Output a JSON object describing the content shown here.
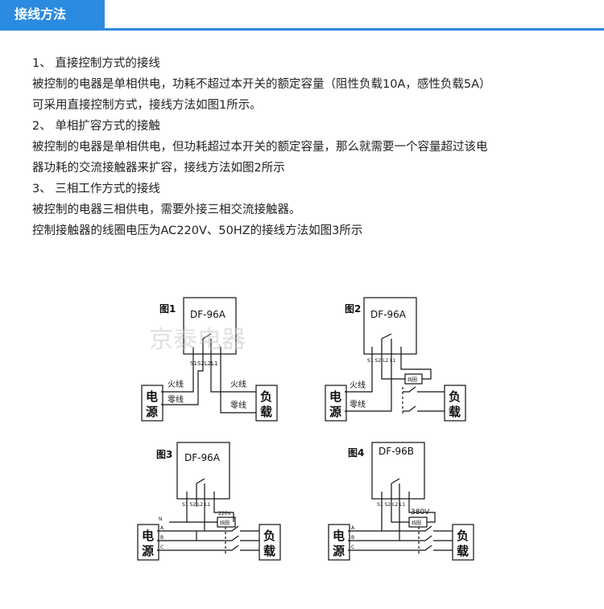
{
  "header": {
    "title": "接线方法"
  },
  "paragraphs": [
    "1、 直接控制方式的接线",
    "被控制的电器是单相供电，功耗不超过本开关的额定容量（阻性负载10A，感性负载5A）",
    "可采用直接控制方式，接线方法如图1所示。",
    "2、 单相扩容方式的接触",
    "被控制的电器是单相供电，但功耗超过本开关的额定容量，那么就需要一个容量超过该电",
    "器功耗的交流接触器来扩容，接线方法如图2所示",
    "3、 三相工作方式的接线",
    "被控制的电器三相供电，需要外接三相交流接触器。",
    "控制接触器的线圈电压为AC220V、50HZ的接线方法如图3所示"
  ],
  "watermark": "京泰电器",
  "figures": {
    "fig1": {
      "label": "图1",
      "model": "DF-96A",
      "terminals": "S1S2L2L1",
      "source": [
        "电",
        "源"
      ],
      "load": [
        "负",
        "载"
      ],
      "live": "火线",
      "neutral": "零线",
      "live_right": "火线",
      "neutral_right": "零线"
    },
    "fig2": {
      "label": "图2",
      "model": "DF-96A",
      "terminals": "S1 S2 L2 L1",
      "coil": "线圈",
      "source": [
        "电",
        "源"
      ],
      "load": [
        "负",
        "载"
      ],
      "live": "火线",
      "neutral": "零线"
    },
    "fig3": {
      "label": "图3",
      "model": "DF-96A",
      "terminals": "S1 S2 L2 L1",
      "voltage": "220V",
      "coil": "线圈",
      "source": [
        "电",
        "源"
      ],
      "load": [
        "负",
        "载"
      ],
      "phases": [
        "N",
        "A",
        "B",
        "C"
      ]
    },
    "fig4": {
      "label": "图4",
      "model": "DF-96B",
      "terminals": "S1 S2 L2 L1",
      "voltage": "380V",
      "coil": "线圈",
      "source": [
        "电",
        "源"
      ],
      "load": [
        "负",
        "载"
      ],
      "phases": [
        "A",
        "B",
        "C"
      ]
    }
  }
}
